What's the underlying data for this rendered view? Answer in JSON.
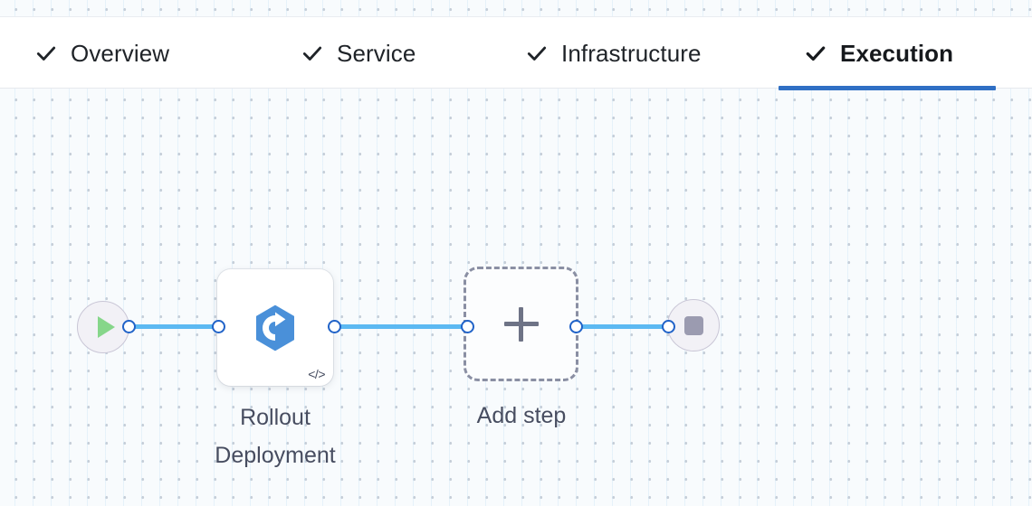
{
  "tabs": [
    {
      "label": "Overview",
      "icon": "check-icon",
      "complete": true,
      "active": false
    },
    {
      "label": "Service",
      "icon": "check-icon",
      "complete": true,
      "active": false
    },
    {
      "label": "Infrastructure",
      "icon": "check-icon",
      "complete": true,
      "active": false
    },
    {
      "label": "Execution",
      "icon": "check-icon",
      "complete": true,
      "active": true
    }
  ],
  "pipeline": {
    "start_node": {
      "icon": "play-icon",
      "name": "start"
    },
    "end_node": {
      "icon": "stop-icon",
      "name": "end"
    },
    "steps": [
      {
        "label": "Rollout\nDeployment",
        "icon": "rollout-deployment-icon",
        "badge_icon": "code-icon"
      }
    ],
    "add_step": {
      "label": "Add step",
      "icon": "plus-icon"
    }
  },
  "colors": {
    "accent": "#2f6fc4",
    "edge": "#5cb9f2",
    "port_ring": "#2163c8",
    "step_icon": "#4a90d9",
    "play": "#86d68a",
    "stop": "#9b9bb0",
    "canvas_bg": "#f8fbfd",
    "dashed_border": "#8a8fa3",
    "caption_text": "#474d60"
  }
}
